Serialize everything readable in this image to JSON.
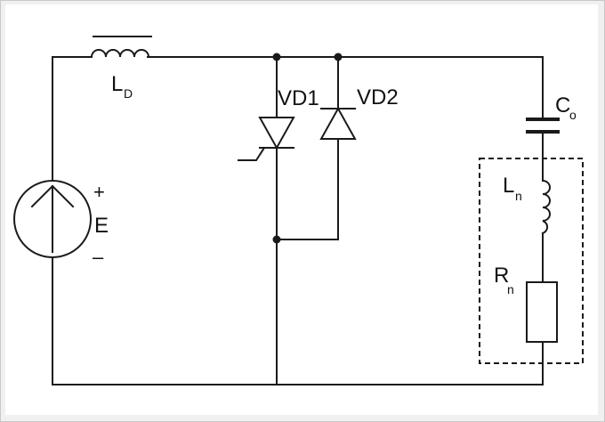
{
  "labels": {
    "inductor_main": "L",
    "inductor_main_sub": "D",
    "thyristor": "VD1",
    "diode": "VD2",
    "capacitor": "C",
    "capacitor_sub": "o",
    "load_inductor": "L",
    "load_inductor_sub": "n",
    "load_resistor": "R",
    "load_resistor_sub": "n",
    "source": "E",
    "plus": "+",
    "minus": "–"
  },
  "colors": {
    "wire": "#1a1a1a",
    "frame": "#c8c8c8",
    "background": "#ffffff"
  }
}
